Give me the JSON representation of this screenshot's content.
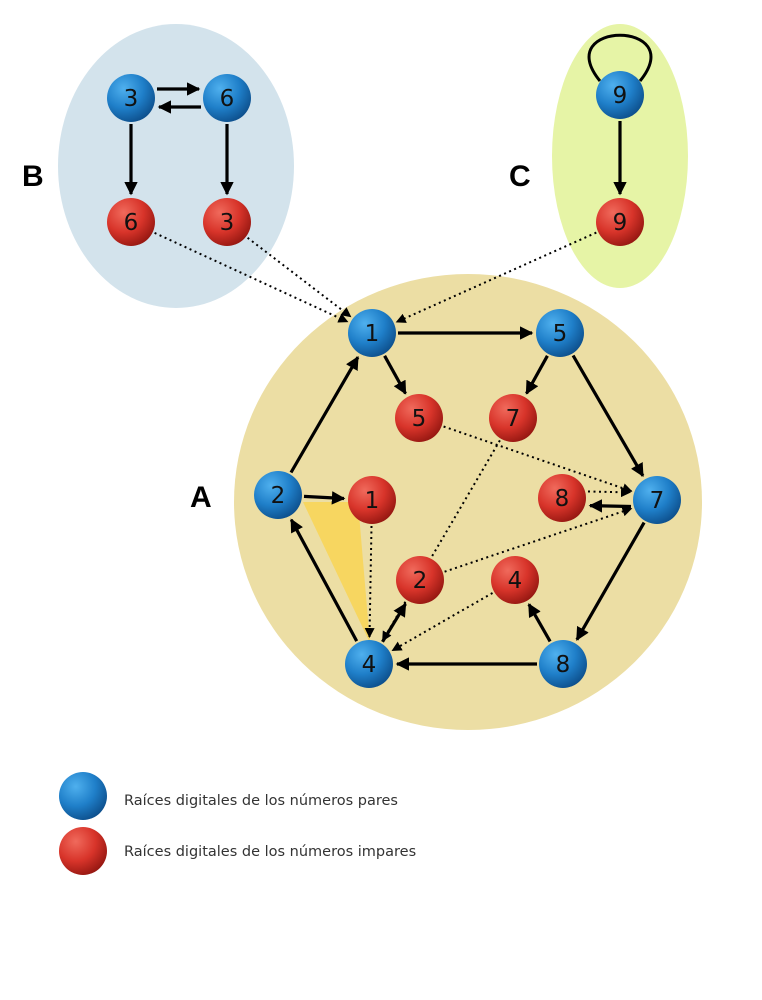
{
  "groups": [
    {
      "id": "A",
      "label": "A",
      "color": "#ecdea4"
    },
    {
      "id": "B",
      "label": "B",
      "color": "#d3e3ec"
    },
    {
      "id": "C",
      "label": "C",
      "color": "#e6f4a6"
    }
  ],
  "highlight_color": "#f7d660",
  "node_colors": {
    "even": "#1f7fc9",
    "odd": "#d8342a"
  },
  "nodes": [
    {
      "id": "B3b",
      "label": "3",
      "kind": "even",
      "group": "B"
    },
    {
      "id": "B6b",
      "label": "6",
      "kind": "even",
      "group": "B"
    },
    {
      "id": "B6r",
      "label": "6",
      "kind": "odd",
      "group": "B"
    },
    {
      "id": "B3r",
      "label": "3",
      "kind": "odd",
      "group": "B"
    },
    {
      "id": "C9b",
      "label": "9",
      "kind": "even",
      "group": "C"
    },
    {
      "id": "C9r",
      "label": "9",
      "kind": "odd",
      "group": "C"
    },
    {
      "id": "A1b",
      "label": "1",
      "kind": "even",
      "group": "A"
    },
    {
      "id": "A5b",
      "label": "5",
      "kind": "even",
      "group": "A"
    },
    {
      "id": "A7b",
      "label": "7",
      "kind": "even",
      "group": "A"
    },
    {
      "id": "A8b",
      "label": "8",
      "kind": "even",
      "group": "A"
    },
    {
      "id": "A4b",
      "label": "4",
      "kind": "even",
      "group": "A"
    },
    {
      "id": "A2b",
      "label": "2",
      "kind": "even",
      "group": "A"
    },
    {
      "id": "A5r",
      "label": "5",
      "kind": "odd",
      "group": "A"
    },
    {
      "id": "A7r",
      "label": "7",
      "kind": "odd",
      "group": "A"
    },
    {
      "id": "A1r",
      "label": "1",
      "kind": "odd",
      "group": "A"
    },
    {
      "id": "A8r",
      "label": "8",
      "kind": "odd",
      "group": "A"
    },
    {
      "id": "A2r",
      "label": "2",
      "kind": "odd",
      "group": "A"
    },
    {
      "id": "A4r",
      "label": "4",
      "kind": "odd",
      "group": "A"
    }
  ],
  "edges": [
    {
      "from": "B3b",
      "to": "B6b",
      "style": "solid"
    },
    {
      "from": "B6b",
      "to": "B3b",
      "style": "solid"
    },
    {
      "from": "B3b",
      "to": "B6r",
      "style": "solid"
    },
    {
      "from": "B6b",
      "to": "B3r",
      "style": "solid"
    },
    {
      "from": "B6r",
      "to": "A1b",
      "style": "dotted"
    },
    {
      "from": "B3r",
      "to": "A1b",
      "style": "dotted"
    },
    {
      "from": "C9b",
      "to": "C9b",
      "style": "loop"
    },
    {
      "from": "C9b",
      "to": "C9r",
      "style": "solid"
    },
    {
      "from": "C9r",
      "to": "A1b",
      "style": "dotted"
    },
    {
      "from": "A1b",
      "to": "A5b",
      "style": "solid"
    },
    {
      "from": "A5b",
      "to": "A7b",
      "style": "solid"
    },
    {
      "from": "A7b",
      "to": "A8b",
      "style": "solid"
    },
    {
      "from": "A8b",
      "to": "A4b",
      "style": "solid"
    },
    {
      "from": "A4b",
      "to": "A2b",
      "style": "solid"
    },
    {
      "from": "A2b",
      "to": "A1b",
      "style": "solid"
    },
    {
      "from": "A1b",
      "to": "A5r",
      "style": "solid"
    },
    {
      "from": "A5b",
      "to": "A7r",
      "style": "solid"
    },
    {
      "from": "A7b",
      "to": "A8r",
      "style": "solid"
    },
    {
      "from": "A8b",
      "to": "A4r",
      "style": "solid"
    },
    {
      "from": "A4b",
      "to": "A2r",
      "style": "solid"
    },
    {
      "from": "A2b",
      "to": "A1r",
      "style": "solid"
    },
    {
      "from": "A5r",
      "to": "A7b",
      "style": "dotted"
    },
    {
      "from": "A7r",
      "to": "A4b",
      "style": "dotted"
    },
    {
      "from": "A1r",
      "to": "A4b",
      "style": "dotted"
    },
    {
      "from": "A8r",
      "to": "A7b",
      "style": "dotted"
    },
    {
      "from": "A2r",
      "to": "A7b",
      "style": "dotted"
    },
    {
      "from": "A4r",
      "to": "A4b",
      "style": "dotted"
    }
  ],
  "legend": {
    "even_label": "Raíces digitales de los números pares",
    "odd_label": "Raíces digitales de los números impares"
  }
}
